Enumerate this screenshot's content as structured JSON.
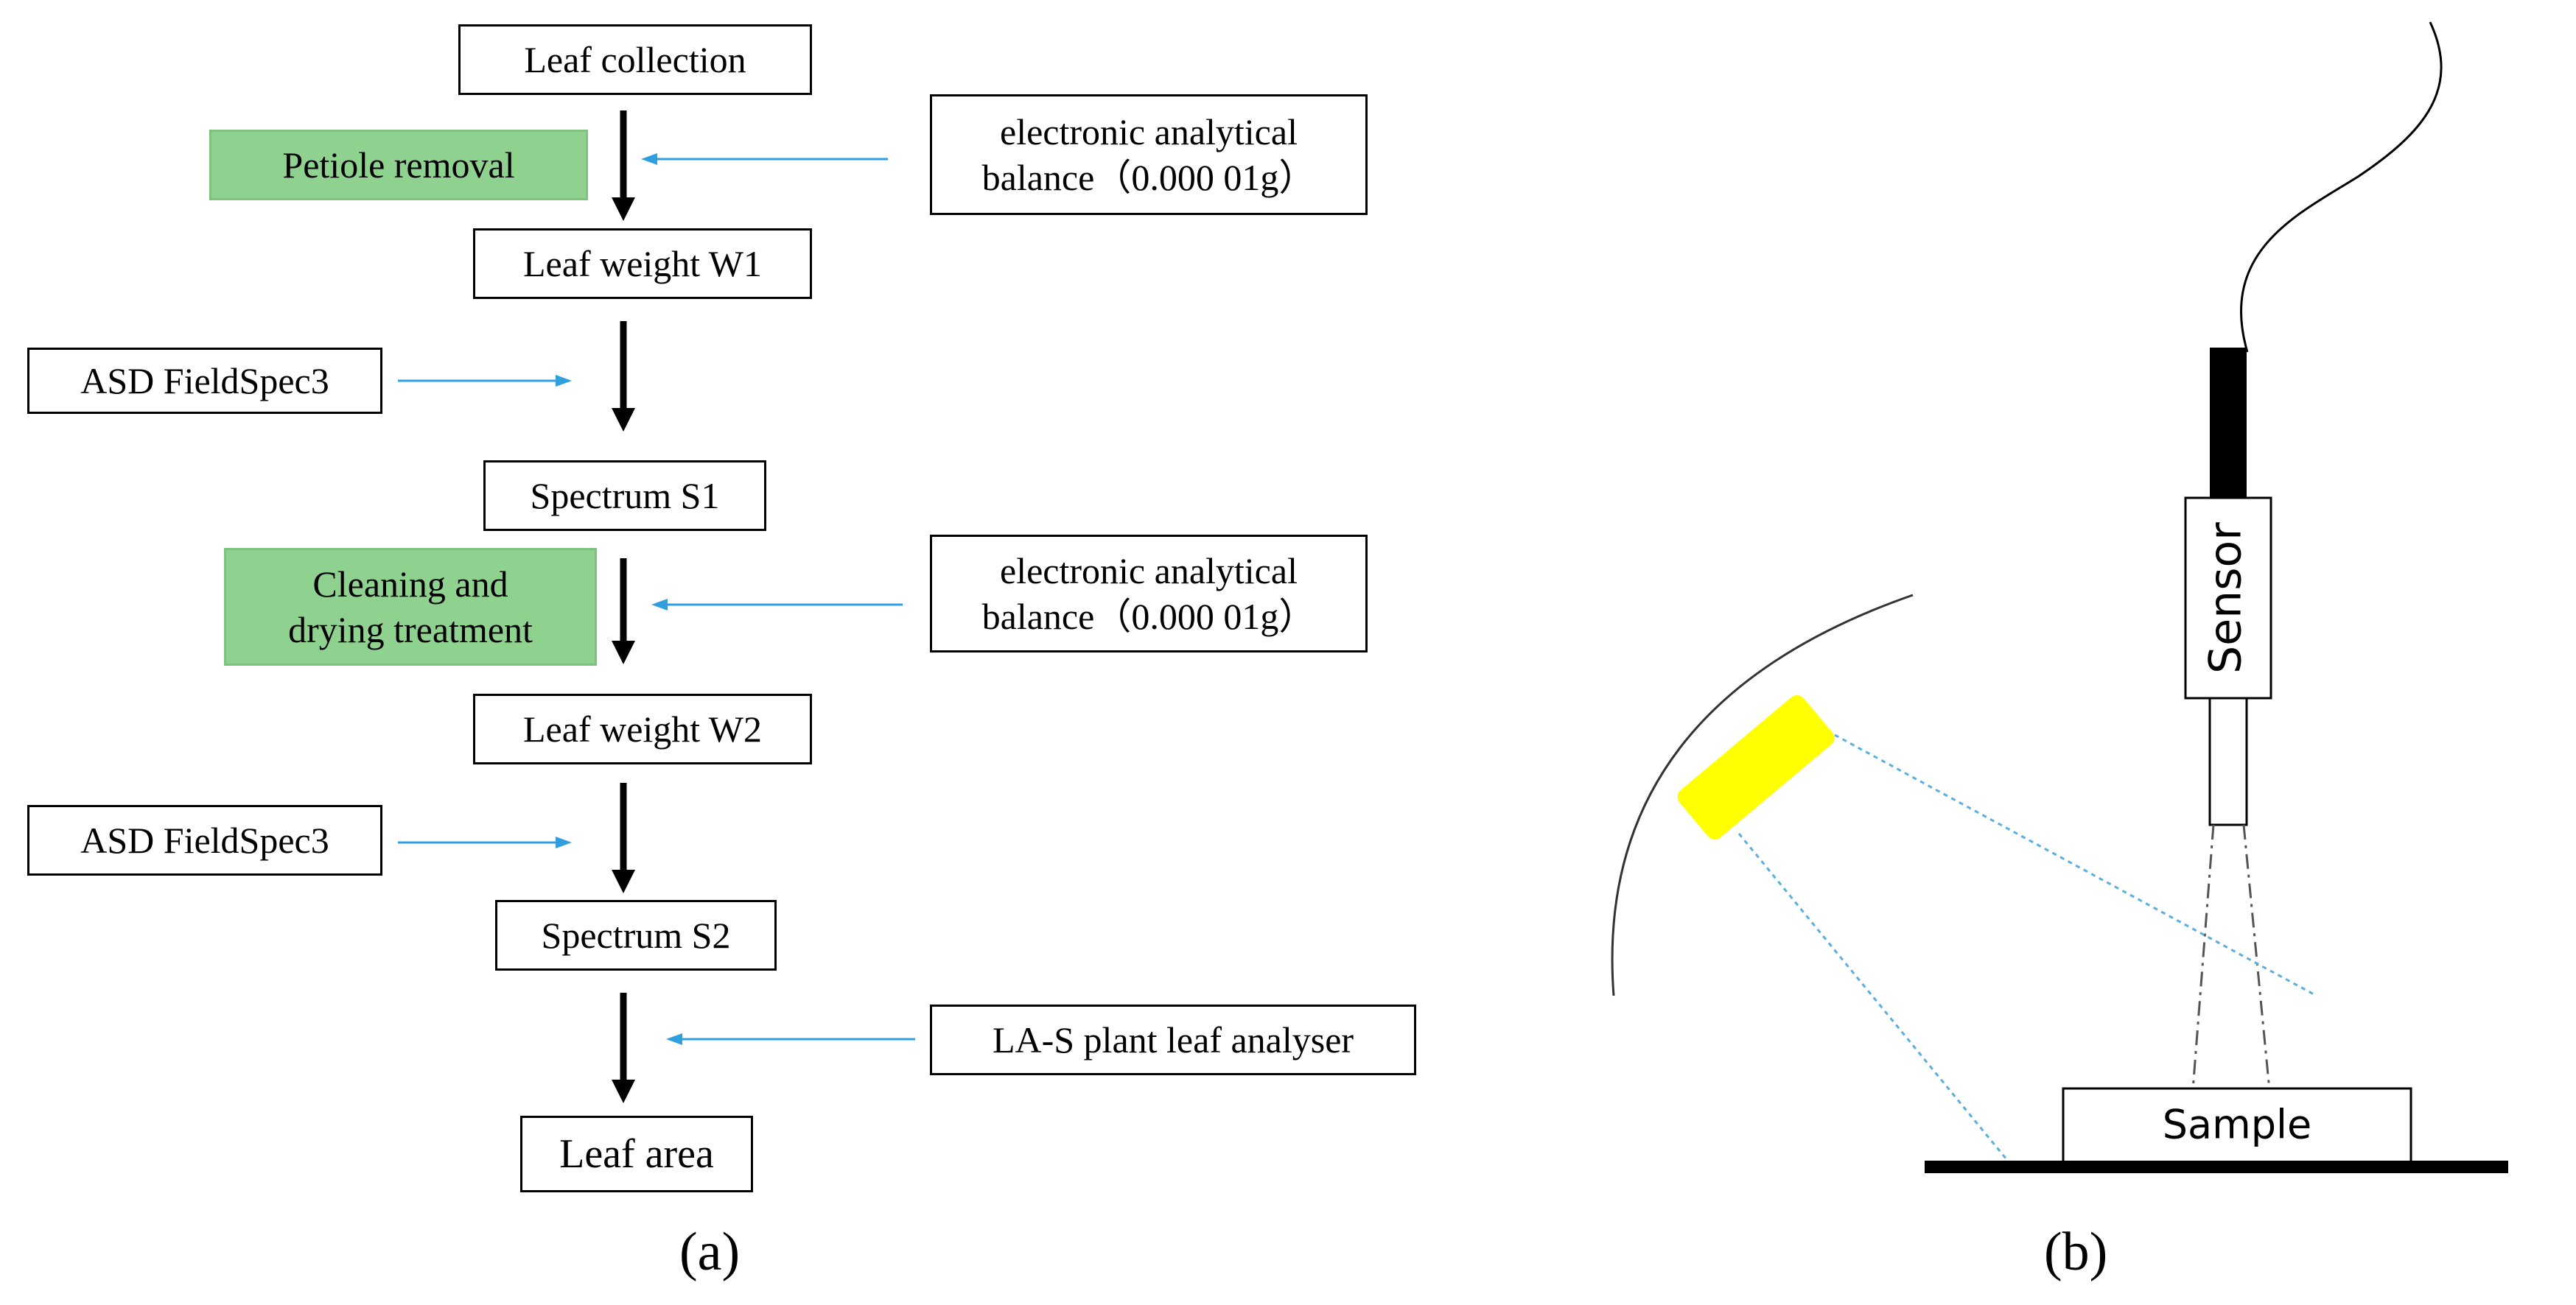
{
  "panel_a": {
    "caption": "(a)",
    "steps": {
      "leaf_collection": "Leaf collection",
      "petiole_removal": "Petiole removal",
      "leaf_weight_w1": "Leaf weight W1",
      "spectrum_s1": "Spectrum S1",
      "cleaning_line1": "Cleaning and",
      "cleaning_line2": "drying treatment",
      "leaf_weight_w2": "Leaf weight W2",
      "spectrum_s2": "Spectrum S2",
      "leaf_area": "Leaf area"
    },
    "instruments": {
      "balance1_line1": "electronic analytical",
      "balance1_line2": "balance（0.000 01g）",
      "asd1": "ASD FieldSpec3",
      "balance2_line1": "electronic analytical",
      "balance2_line2": "balance（0.000 01g）",
      "asd2": "ASD FieldSpec3",
      "analyser": "LA-S plant leaf analyser"
    }
  },
  "panel_b": {
    "caption": "(b)",
    "sensor_label": "Sensor",
    "sample_label": "Sample"
  },
  "colors": {
    "green_box": "#8fd18f",
    "green_border": "#7ec27e",
    "blue_arrow": "#2f9fe0",
    "lamp_yellow": "#ffff00",
    "light_ray": "#5aaee0"
  }
}
